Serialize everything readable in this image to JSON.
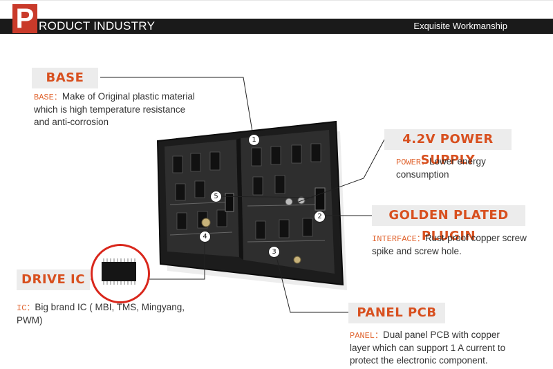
{
  "header": {
    "logo_letter": "P",
    "title": "RODUCT INDUSTRY",
    "tagline": "Exquisite Workmanship"
  },
  "colors": {
    "accent": "#d8501f",
    "header_bg": "#1a1a1a",
    "logo_bg": "#c93a2a",
    "label_bg": "#ececec"
  },
  "callouts": {
    "base": {
      "label": "BASE",
      "key": "BASE：",
      "text_line1": "Make of Original plastic material",
      "text_line2": "which is high temperature resistance",
      "text_line3": "and anti-corrosion"
    },
    "power": {
      "label": "4.2V POWER SUPPLY",
      "key": "POWER：",
      "text_line1": "Lower energy",
      "text_line2": "consumption"
    },
    "plugin": {
      "label": "GOLDEN PLATED PLUGIN",
      "key": "INTERFACE：",
      "text_line1": "Rust-proof copper screw",
      "text_line2": "spike and screw hole."
    },
    "drive_ic": {
      "label": "DRIVE IC",
      "key": "IC：",
      "text_line1": "Big brand IC ( MBI, TMS, Mingyang,",
      "text_line2": "PWM)"
    },
    "pcb": {
      "label": "PANEL PCB",
      "key": "PANEL：",
      "text_line1": "Dual panel PCB with copper",
      "text_line2": "layer which can support 1 A current to",
      "text_line3": "protect the electronic component."
    }
  },
  "badges": [
    "1",
    "2",
    "3",
    "4",
    "5"
  ]
}
